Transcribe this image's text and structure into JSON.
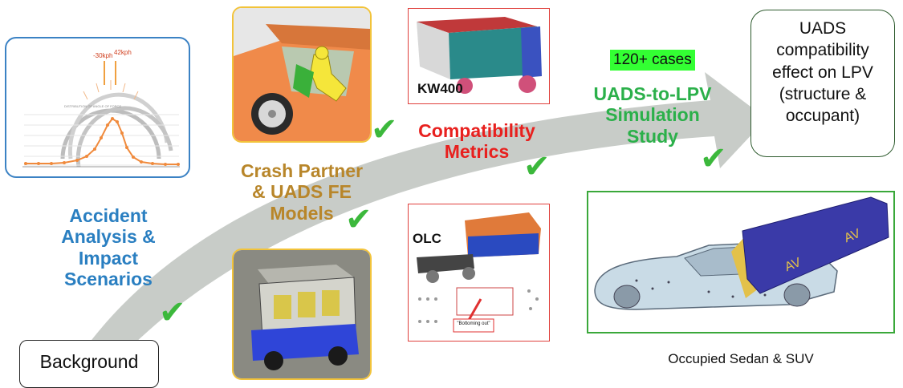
{
  "colors": {
    "accident_blue": "#2a7fc1",
    "crash_gold": "#b8862a",
    "compat_red": "#e8201e",
    "study_green": "#2bb04a",
    "check_green": "#3cb83c",
    "arrow_gray": "#c8ccc8",
    "highlight_green": "#33ff33"
  },
  "background_box": {
    "label": "Background"
  },
  "accident_chart": {
    "annotations": [
      "-30kph",
      "42kph"
    ],
    "small_title": "DISTRIBUTION OF ANGLE OF FORCE"
  },
  "accident_label": {
    "lines": [
      "Accident",
      "Analysis &",
      "Impact",
      "Scenarios"
    ]
  },
  "crash_label": {
    "lines": [
      "Crash Partner",
      "& UADS FE",
      "Models"
    ]
  },
  "kw400_panel": {
    "label": "KW400"
  },
  "olc_panel": {
    "label": "OLC",
    "callout": "\"Bottoming out\""
  },
  "compat_label": {
    "lines": [
      "Compatibility",
      "Metrics"
    ]
  },
  "cases_badge": {
    "text": "120+ cases"
  },
  "study_label": {
    "lines": [
      "UADS-to-LPV",
      "Simulation",
      "Study"
    ]
  },
  "effect_box": {
    "lines": [
      "UADS",
      "compatibility",
      "effect on LPV",
      "(structure &",
      "occupant)"
    ]
  },
  "sedan_panel": {
    "caption": "Occupied Sedan & SUV",
    "av_marks": [
      "AV",
      "AV"
    ]
  }
}
